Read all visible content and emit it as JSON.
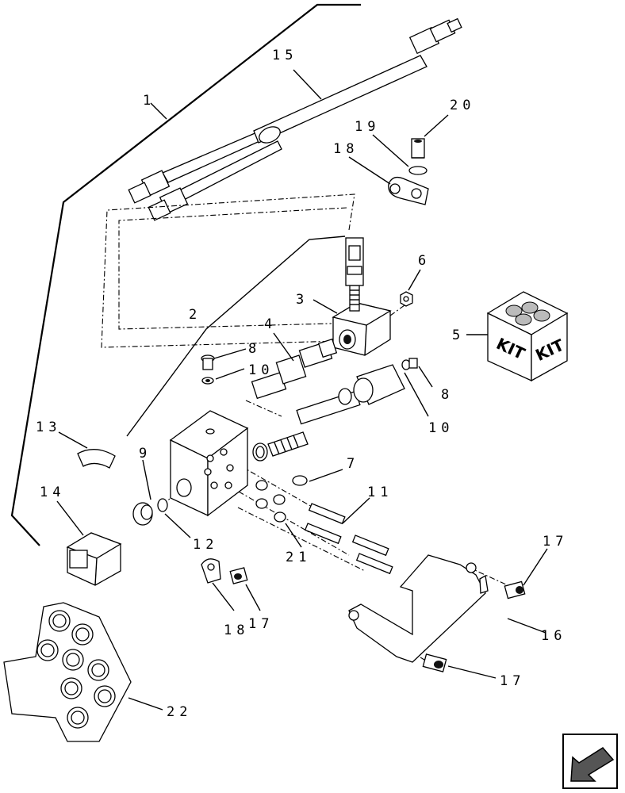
{
  "diagram": {
    "callouts": {
      "c1": "1",
      "c2": "2",
      "c3": "3",
      "c4": "4",
      "c5": "5",
      "c6": "6",
      "c7": "7",
      "c8a": "8",
      "c8b": "8",
      "c9": "9",
      "c10a": "10",
      "c10b": "10",
      "c11": "11",
      "c12": "12",
      "c13": "13",
      "c14": "14",
      "c15": "15",
      "c16": "16",
      "c17a": "17",
      "c17b": "17",
      "c17c": "17",
      "c18a": "18",
      "c18b": "18",
      "c19": "19",
      "c20": "20",
      "c21": "21",
      "c22": "22"
    },
    "kit_label_left": "KIT",
    "kit_label_right": "KIT"
  },
  "nav": {
    "icon": "arrow-down-left-icon"
  }
}
